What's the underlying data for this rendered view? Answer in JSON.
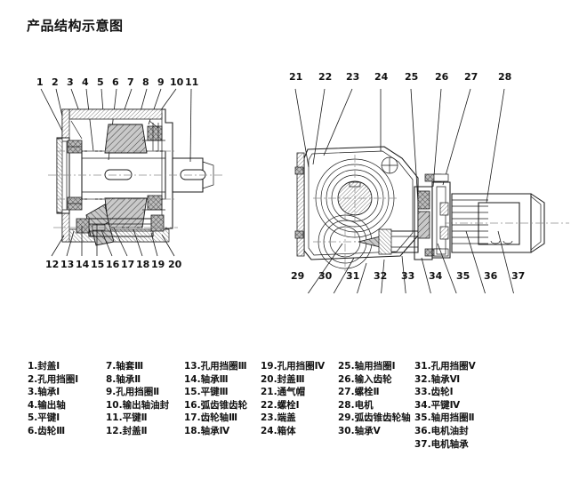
{
  "page": {
    "title": "产品结构示意图",
    "background_color": "#ffffff",
    "line_color": "#1a1a1a",
    "centerline_color": "#8d8d8d",
    "hatch_fill_color": "#b9b9b9"
  },
  "diagrams": [
    {
      "name": "left-section-view",
      "description": "齿轮减速机剖视图",
      "top_callouts": [
        "1",
        "2",
        "3",
        "4",
        "5",
        "6",
        "7",
        "8",
        "9",
        "10",
        "11"
      ],
      "bottom_callouts": [
        "12",
        "13",
        "14",
        "15",
        "16",
        "17",
        "18",
        "19",
        "20"
      ]
    },
    {
      "name": "right-section-view",
      "description": "带电机的减速机剖视图",
      "top_callouts": [
        "21",
        "22",
        "23",
        "24",
        "25",
        "26",
        "27",
        "28"
      ],
      "bottom_callouts": [
        "29",
        "30",
        "31",
        "32",
        "33",
        "34",
        "35",
        "36",
        "37"
      ]
    }
  ],
  "legend": {
    "columns": [
      {
        "items": [
          "1.封盖Ⅰ",
          "2.孔用挡圈Ⅰ",
          "3.轴承Ⅰ",
          "4.输出轴",
          "5.平键Ⅰ",
          "6.齿轮Ⅲ"
        ]
      },
      {
        "items": [
          "7.轴套Ⅲ",
          "8.轴承Ⅱ",
          "9.孔用挡圈Ⅱ",
          "10.输出轴油封",
          "11.平键Ⅱ",
          "12.封盖Ⅱ"
        ]
      },
      {
        "items": [
          "13.孔用挡圈Ⅲ",
          "14.轴承Ⅲ",
          "15.平键Ⅲ",
          "16.弧齿锥齿轮",
          "17.齿轮轴Ⅲ",
          "18.轴承Ⅳ"
        ]
      },
      {
        "items": [
          "19.孔用挡圈Ⅳ",
          "20.封盖Ⅲ",
          "21.通气帽",
          "22.螺栓Ⅰ",
          "23.端盖",
          "24.箱体"
        ]
      },
      {
        "items": [
          "25.轴用挡圈Ⅰ",
          "26.输入齿轮",
          "27.螺栓Ⅱ",
          "28.电机",
          "29.弧齿锥齿轮轴",
          "30.轴承Ⅴ"
        ]
      },
      {
        "items": [
          "31.孔用挡圈Ⅴ",
          "32.轴承Ⅵ",
          "33.齿轮Ⅰ",
          "34.平键Ⅳ",
          "35.轴用挡圈Ⅱ",
          "36.电机油封",
          "37.电机轴承"
        ]
      }
    ]
  }
}
